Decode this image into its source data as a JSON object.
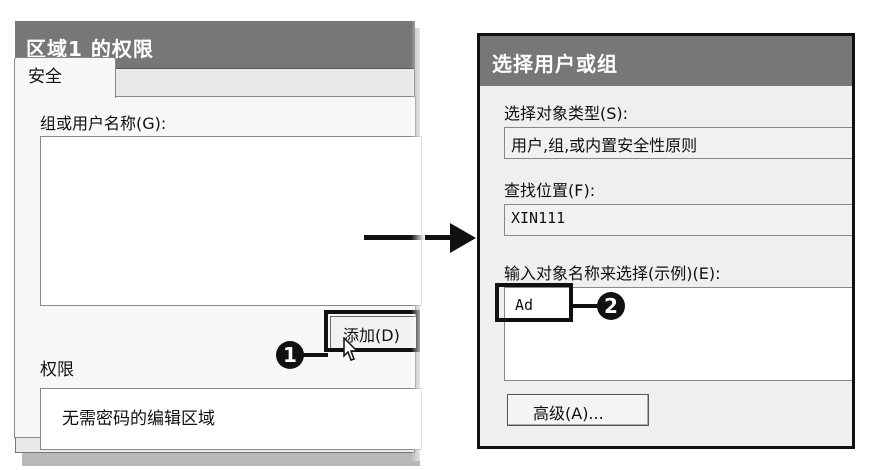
{
  "left_dialog": {
    "title": "区域1 的权限",
    "tab_label": "安全",
    "group_label": "组或用户名称(G):",
    "add_button_label": "添加(D)",
    "permissions_label": "权限",
    "permission_item": "无需密码的编辑区域"
  },
  "right_dialog": {
    "title": "选择用户或组",
    "object_type_label": "选择对象类型(S):",
    "object_type_value": "用户,组,或内置安全性原则",
    "location_label": "查找位置(F):",
    "location_value": "XIN111",
    "input_label": "输入对象名称来选择(示例)(E):",
    "input_value": "Ad",
    "advanced_button_label": "高级(A)..."
  },
  "callouts": {
    "one": "1",
    "two": "2"
  }
}
